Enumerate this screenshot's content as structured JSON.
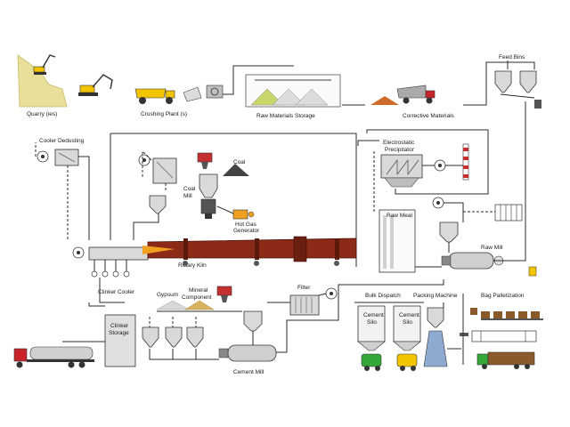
{
  "labels": {
    "quarry": "Quarry (ies)",
    "crushing_plant": "Crushing Plant (s)",
    "raw_materials_storage": "Raw Materials Storage",
    "corrective_materials": "Corrective Materials",
    "feed_bins": "Feed Bins",
    "cooler_dedusting": "Cooler Dedusting",
    "electrostatic_precipitator": "Electrostatic\nPrecipitator",
    "coal": "Coal",
    "coal_mill": "Coal\nMill",
    "hot_gas_generator": "Hot Gas\nGenerator",
    "raw_meal": "Raw Meal",
    "raw_mill": "Raw Mill",
    "rotary_kiln": "Rotary Kiln",
    "clinker_cooler": "Clinker Cooler",
    "mineral_component": "Mineral\nComponent",
    "gypsum": "Gypsum",
    "filter": "Filter",
    "bulk_dispatch": "Bulk Dispatch",
    "packing_machine": "Packing Machine",
    "bag_palletization": "Bag Palletization",
    "cement_silo_1": "Cement\nSilo",
    "cement_silo_2": "Cement\nSilo",
    "clinker_storage": "Clinker\nStorage",
    "cement_mill": "Cement Mill"
  },
  "colors": {
    "kiln": "#8b2a16",
    "kiln_flame": "#f0a020",
    "quarry_ground": "#e8df9a",
    "machine_yellow": "#f2c500",
    "truck_red": "#c8242a",
    "silo_truck_green": "#35a83a",
    "gypsum_pile": "#d8d8d8",
    "mineral_pile": "#d9b360",
    "corrective_pile": "#d06a2a",
    "cooler_red": "#c43030",
    "pallet_brown": "#8a5a2b"
  },
  "icons": [
    "fan-icon",
    "hopper-icon",
    "silo-icon",
    "truck-icon",
    "excavator-icon",
    "dump-truck-icon",
    "tanker-truck-icon",
    "pallet-icon"
  ]
}
